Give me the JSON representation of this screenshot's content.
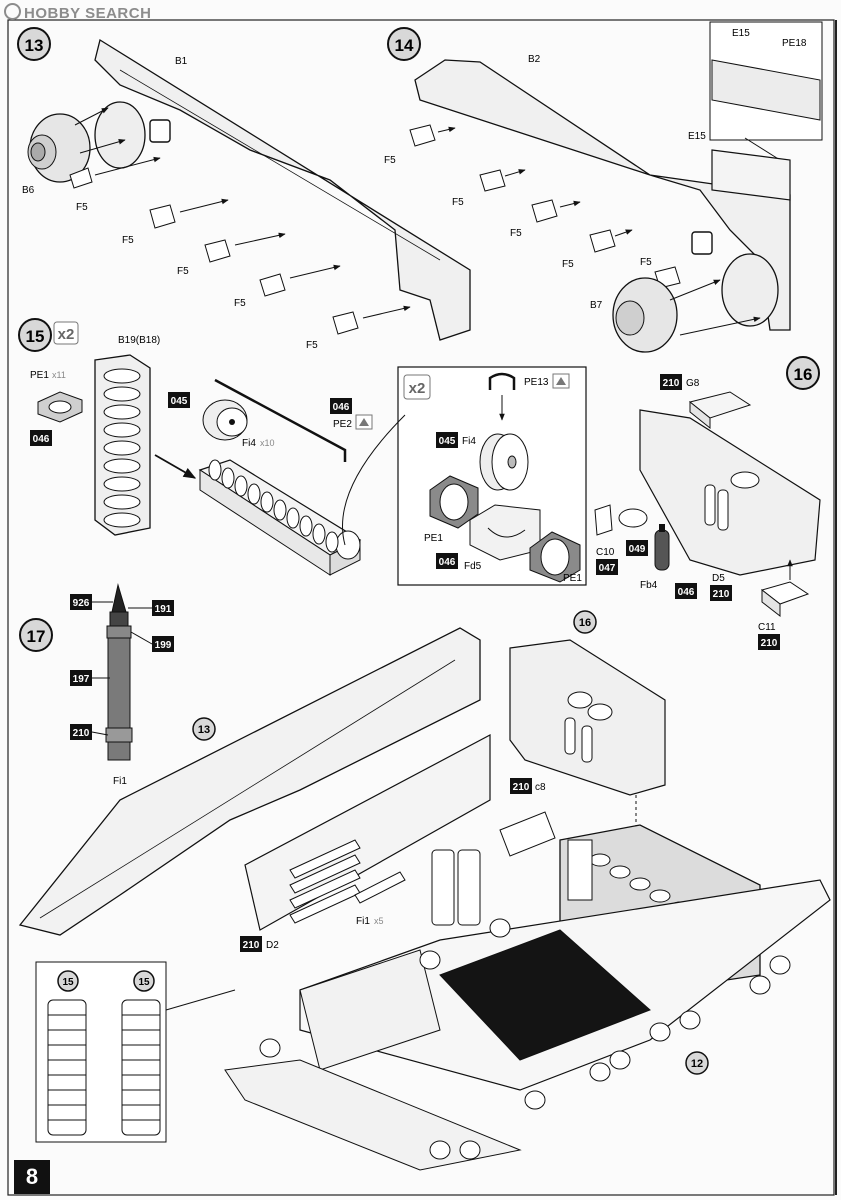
{
  "watermark": "HOBBY SEARCH",
  "page_number": "8",
  "steps": {
    "s13": "13",
    "s14": "14",
    "s15": "15",
    "s16": "16",
    "s17": "17",
    "ref13": "13",
    "ref16": "16",
    "ref12": "12",
    "inset15a": "15",
    "inset15b": "15"
  },
  "multipliers": {
    "step15": "x2",
    "sub16": "x2",
    "pe1": "x11",
    "fi4": "x10",
    "fi1": "x5"
  },
  "parts": {
    "B1": "B1",
    "B6": "B6",
    "F5": "F5",
    "B2": "B2",
    "B7": "B7",
    "E15": "E15",
    "PE18": "PE18",
    "B19": "B19(B18)",
    "PE1": "PE1",
    "Fi4": "Fi4",
    "PE2": "PE2",
    "PE13": "PE13",
    "Fd5": "Fd5",
    "G8": "G8",
    "C10": "C10",
    "Fb4": "Fb4",
    "D5": "D5",
    "C11": "C11",
    "Fi1": "Fi1",
    "c8": "c8",
    "D2": "D2"
  },
  "paints": {
    "p045": "045",
    "p046": "046",
    "p047": "047",
    "p049": "049",
    "p210": "210",
    "p926": "926",
    "p191": "191",
    "p199": "199",
    "p197": "197"
  },
  "colors": {
    "ink": "#111111",
    "paper": "#fbfbfb",
    "watermark": "#8c8c8c",
    "hull": "#f2f2f2"
  }
}
